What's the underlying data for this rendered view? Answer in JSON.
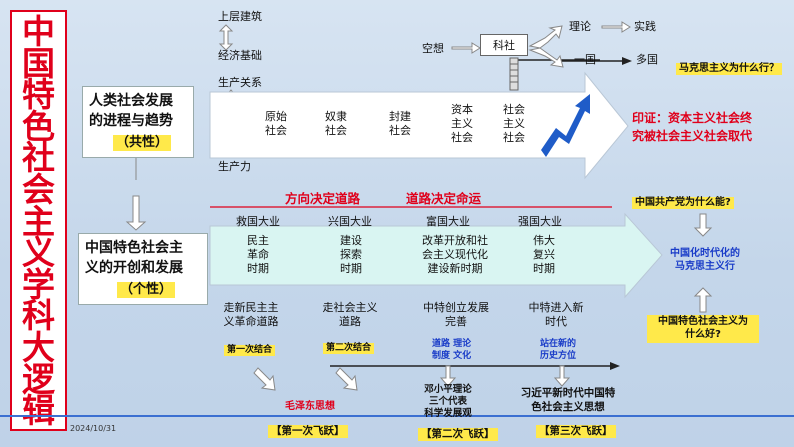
{
  "title": "中国特色社会主义 学科大逻辑",
  "date": "2024/10/31",
  "top": {
    "superstructure": "上层建筑",
    "economic_base": "经济基础",
    "relations": "生产关系",
    "productive_forces": "生产力",
    "utopia": "空想",
    "science": "科社",
    "theory": "理论",
    "practice": "实践",
    "one_country": "一国",
    "many_countries": "多国"
  },
  "box1": {
    "line1": "人类社会发展",
    "line2": "的进程与趋势",
    "tag": "（共性）"
  },
  "stages1": [
    {
      "l1": "原始",
      "l2": "社会",
      "l3": ""
    },
    {
      "l1": "奴隶",
      "l2": "社会",
      "l3": ""
    },
    {
      "l1": "封建",
      "l2": "社会",
      "l3": ""
    },
    {
      "l1": "资本",
      "l2": "主义",
      "l3": "社会"
    },
    {
      "l1": "社会",
      "l2": "主义",
      "l3": "社会"
    }
  ],
  "q_marx": "马克思主义为什么行？",
  "proof": {
    "line1": "印证：资本主义社会终",
    "line2": "究被社会主义社会取代"
  },
  "headline": {
    "left": "方向决定道路",
    "right": "道路决定命运"
  },
  "box2": {
    "line1": "中国特色社会主",
    "line2": "义的开创和发展",
    "tag": "（个性）"
  },
  "eras": [
    "救国大业",
    "兴国大业",
    "富国大业",
    "强国大业"
  ],
  "stages2": [
    {
      "l1": "民主",
      "l2": "革命",
      "l3": "时期"
    },
    {
      "l1": "建设",
      "l2": "探索",
      "l3": "时期"
    },
    {
      "l1": "改革开放和社",
      "l2": "会主义现代化",
      "l3": "建设新时期"
    },
    {
      "l1": "伟大",
      "l2": "复兴",
      "l3": "时期"
    }
  ],
  "q_cpc": "中国共产党为什么能?",
  "sinicized": {
    "line1": "中国化时代化的",
    "line2": "马克思主义行"
  },
  "q_socialism": {
    "line1": "中国特色社会主义为",
    "line2": "什么好?"
  },
  "roads": [
    {
      "l1": "走新民主主",
      "l2": "义革命道路"
    },
    {
      "l1": "走社会主义",
      "l2": "道路"
    },
    {
      "l1": "中特创立发展",
      "l2": "完善"
    },
    {
      "l1": "中特进入新",
      "l2": "时代"
    }
  ],
  "combos": [
    "第一次结合",
    "第二次结合"
  ],
  "notes": {
    "n1": "道路 理论",
    "n2": "制度 文化",
    "n3": "站在新的",
    "n4": "历史方位"
  },
  "thoughts": {
    "mao": "毛泽东思想",
    "deng_1": "邓小平理论",
    "deng_2": "三个代表",
    "deng_3": "科学发展观",
    "xi_1": "习近平新时代中国特",
    "xi_2": "色社会主义思想"
  },
  "leaps": [
    "【第一次飞跃】",
    "【第二次飞跃】",
    "【第三次飞跃】"
  ],
  "colors": {
    "red": "#e0001b",
    "blue": "#1a3cc8",
    "yellow": "#ffe94a"
  }
}
